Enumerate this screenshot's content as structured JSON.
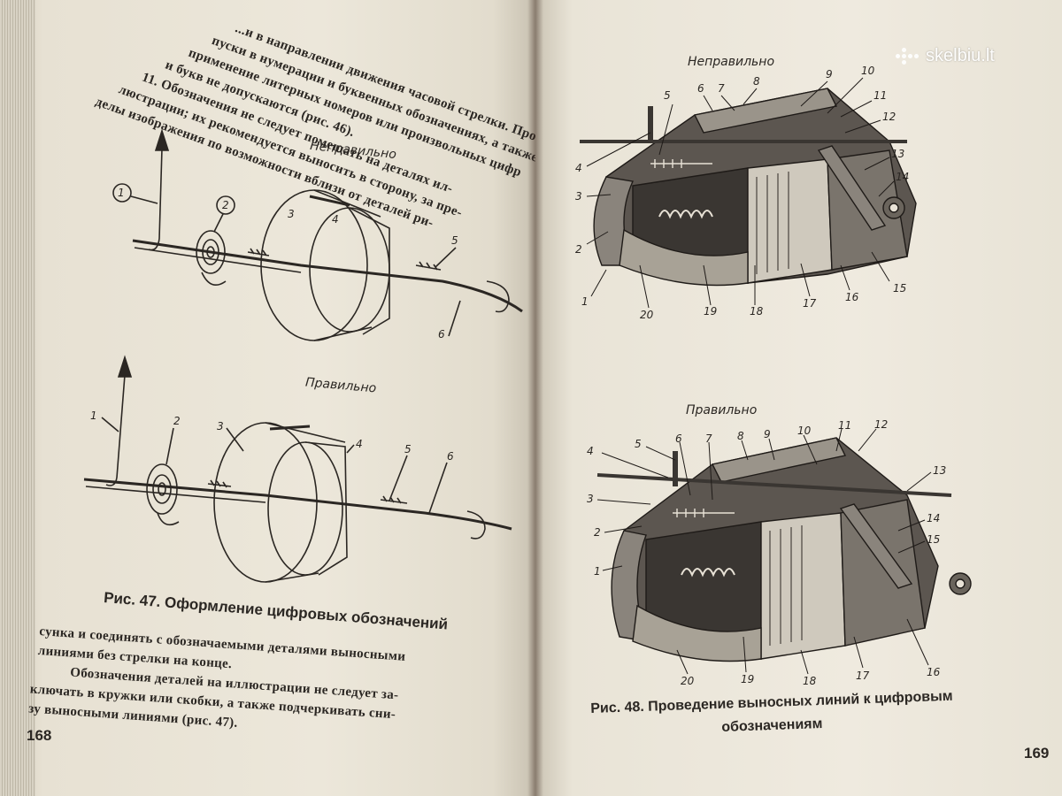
{
  "left_page": {
    "top_text": [
      "...и в направлении движения часовой стрелки. Про-",
      "пуски в нумерации и буквенных обозначениях, а также",
      "применение литерных номеров или произвольных цифр",
      "и букв не допускаются (рис. 46).",
      "11. Обозначения не следует помещать на деталях ил-",
      "люстрации; их рекомендуется выносить в сторону, за пре-",
      "делы изображения по возможности вблизи от деталей ри-"
    ],
    "diagram_top": {
      "label": "Неправильно",
      "numbers": [
        "1",
        "2",
        "3",
        "4",
        "5",
        "6"
      ]
    },
    "diagram_bottom": {
      "label": "Правильно",
      "numbers": [
        "1",
        "2",
        "3",
        "4",
        "5",
        "6"
      ]
    },
    "caption": "Рис. 47. Оформление цифровых обозначений",
    "body_text": [
      "сунка и соединять с обозначаемыми деталями выносными",
      "линиями без стрелки на конце.",
      "Обозначения деталей на иллюстрации не следует за-",
      "ключать в кружки или скобки, а также подчеркивать сни-",
      "зу выносными линиями (рис. 47)."
    ],
    "page_number": "168"
  },
  "right_page": {
    "diagram_top": {
      "label": "Неправильно",
      "numbers": [
        "1",
        "2",
        "3",
        "4",
        "5",
        "6",
        "7",
        "8",
        "9",
        "10",
        "11",
        "12",
        "13",
        "14",
        "15",
        "16",
        "17",
        "18",
        "19",
        "20"
      ]
    },
    "diagram_bottom": {
      "label": "Правильно",
      "numbers": [
        "1",
        "2",
        "3",
        "4",
        "5",
        "6",
        "7",
        "8",
        "9",
        "10",
        "11",
        "12",
        "13",
        "14",
        "15",
        "16",
        "17",
        "18",
        "19",
        "20"
      ]
    },
    "caption_line1": "Рис. 48. Проведение выносных линий к цифровым",
    "caption_line2": "обозначениям",
    "page_number": "169"
  },
  "watermark": {
    "text": "skelbiu.lt"
  }
}
